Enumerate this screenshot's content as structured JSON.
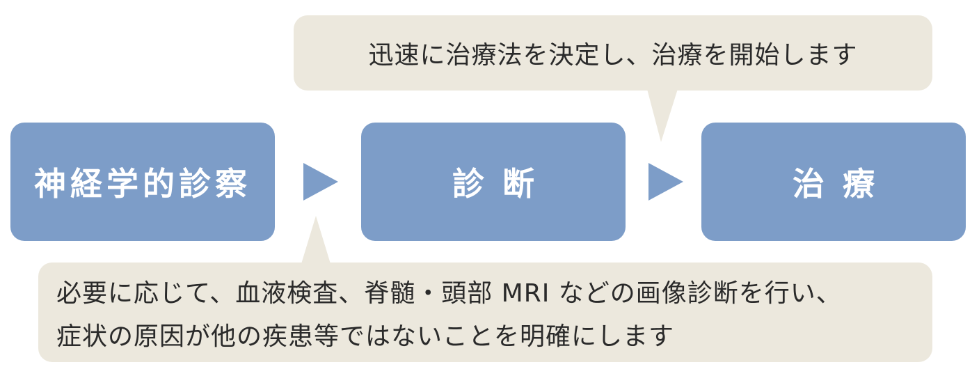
{
  "colors": {
    "step_box": "#7d9dc8",
    "callout_bg": "#ece8dd",
    "step_text": "#ffffff",
    "callout_text": "#2a2a2a"
  },
  "steps": [
    {
      "label": "神経学的診察"
    },
    {
      "label": "診断"
    },
    {
      "label": "治療"
    }
  ],
  "callouts": {
    "treatment_note": "迅速に治療法を決定し、治療を開始します",
    "diagnosis_note_line1": "必要に応じて、血液検査、脊髄・頭部 MRI などの画像診断を行い、",
    "diagnosis_note_line2": "症状の原因が他の疾患等ではないことを明確にします"
  }
}
